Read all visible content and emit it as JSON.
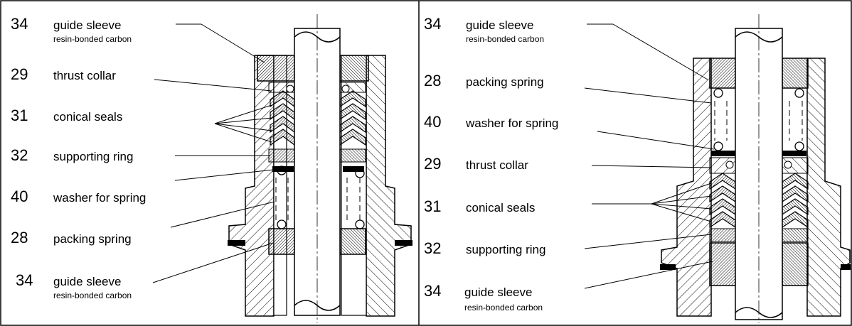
{
  "panels": [
    {
      "id": "left",
      "labels": [
        {
          "num": "34",
          "name": "guide sleeve",
          "sub": "resin-bonded carbon"
        },
        {
          "num": "29",
          "name": "thrust collar"
        },
        {
          "num": "31",
          "name": "conical seals"
        },
        {
          "num": "32",
          "name": "supporting ring"
        },
        {
          "num": "40",
          "name": "washer for spring"
        },
        {
          "num": "28",
          "name": "packing spring"
        },
        {
          "num": "34",
          "name": "guide sleeve",
          "sub": "resin-bonded carbon"
        }
      ]
    },
    {
      "id": "right",
      "labels": [
        {
          "num": "34",
          "name": "guide sleeve",
          "sub": "resin-bonded carbon"
        },
        {
          "num": "28",
          "name": "packing spring"
        },
        {
          "num": "40",
          "name": "washer for spring"
        },
        {
          "num": "29",
          "name": "thrust collar"
        },
        {
          "num": "31",
          "name": "conical seals"
        },
        {
          "num": "32",
          "name": "supporting ring"
        },
        {
          "num": "34",
          "name": "guide sleeve",
          "sub": "resin-bonded carbon"
        }
      ]
    }
  ]
}
